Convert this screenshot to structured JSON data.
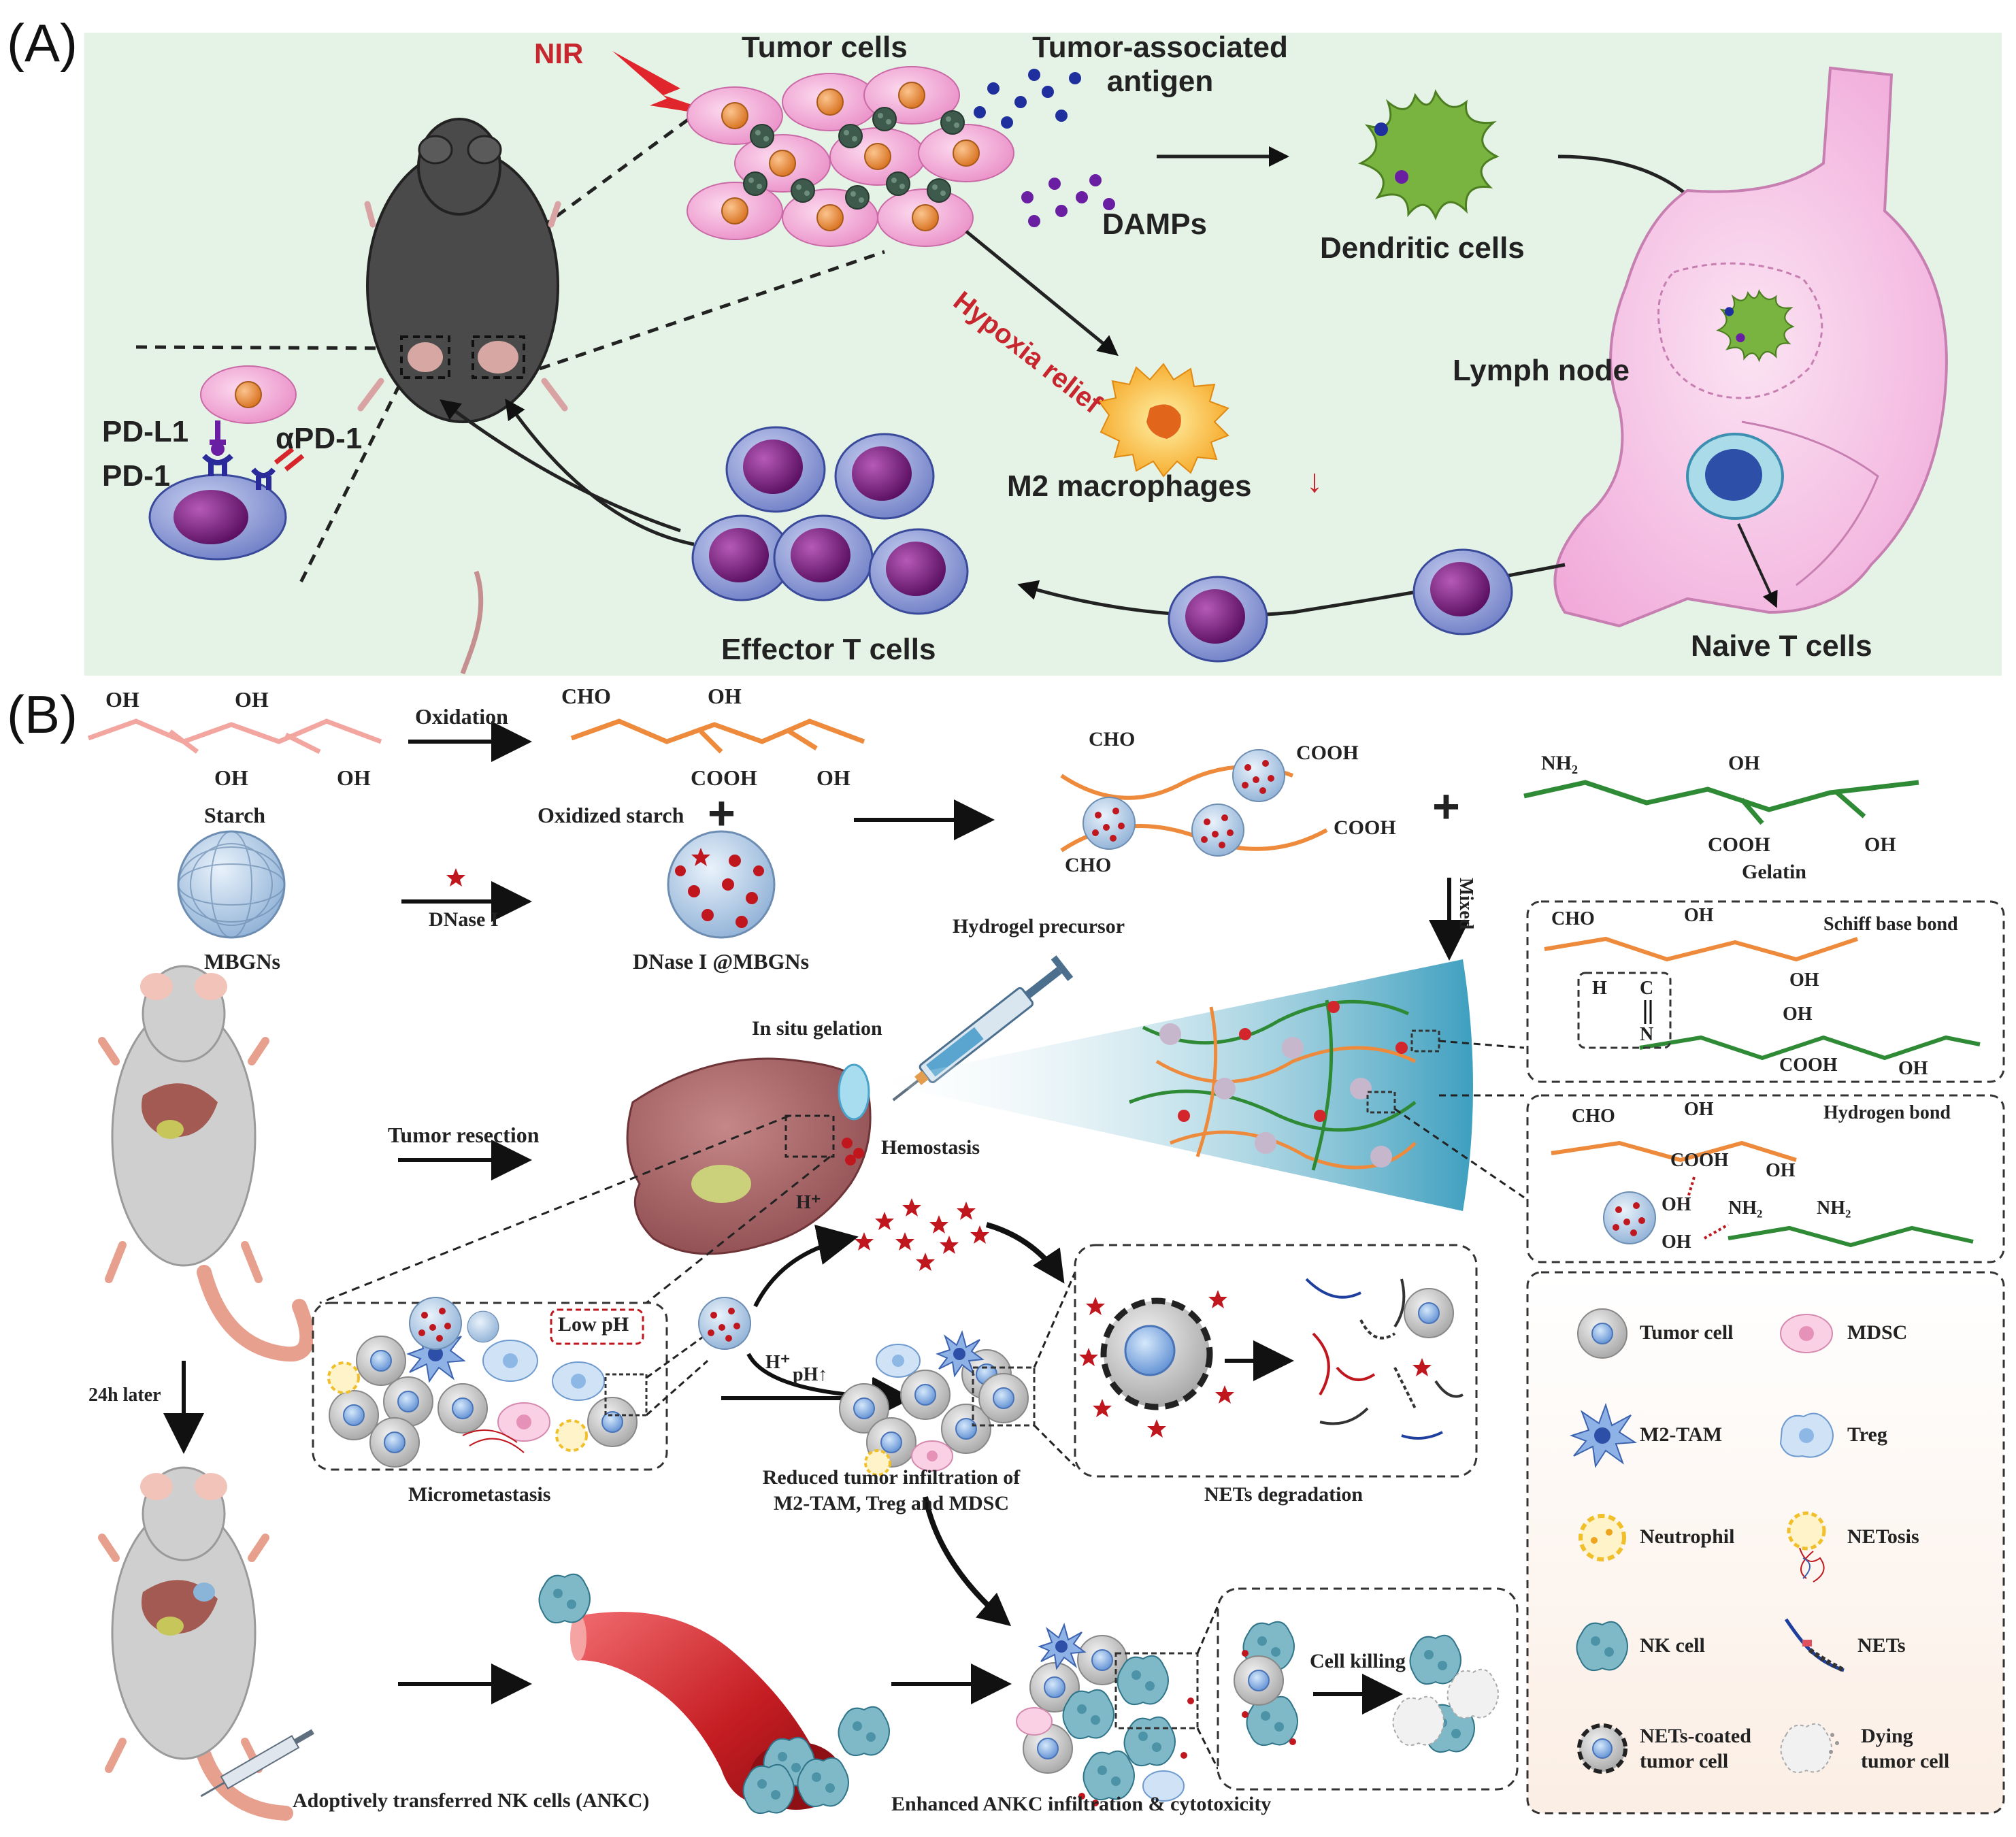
{
  "panelA": {
    "tag": "(A)",
    "nir": "NIR",
    "tumor_cells": "Tumor cells",
    "taa_line1": "Tumor-associated",
    "taa_line2": "antigen",
    "damps": "DAMPs",
    "dendritic": "Dendritic cells",
    "hypoxia": "Hypoxia relief",
    "m2": "M2 macrophages",
    "m2_arrow": "↓",
    "lymph": "Lymph node",
    "naive": "Naive T cells",
    "effector": "Effector T cells",
    "pdl1": "PD-L1",
    "pd1": "PD-1",
    "apd1": "αPD-1"
  },
  "panelB": {
    "tag": "(B)",
    "oh": "OH",
    "cho": "CHO",
    "cooh": "COOH",
    "nh2": "NH₂",
    "oxidation": "Oxidation",
    "starch": "Starch",
    "oxidized_starch": "Oxidized starch",
    "plus": "+",
    "gelatin": "Gelatin",
    "mixed": "Mixed",
    "mbgns": "MBGNs",
    "dnase": "DNase I",
    "dnase_mbgns": "DNase I @MBGNs",
    "precursor": "Hydrogel precursor",
    "insitu": "In situ gelation",
    "schiff": "Schiff base bond",
    "hbond": "Hydrogen bond",
    "h": "H",
    "c": "C",
    "n": "N",
    "resection": "Tumor resection",
    "hemostasis": "Hemostasis",
    "hplus": "H⁺",
    "phup": "pH↑",
    "lowph": "Low pH",
    "micro": "Micrometastasis",
    "reduced1": "Reduced tumor infiltration of",
    "reduced2": "M2-TAM, Treg and MDSC",
    "nets_deg": "NETs degradation",
    "later": "24h later",
    "ankc": "Adoptively transferred NK cells (ANKC)",
    "enhanced": "Enhanced ANKC infiltration & cytotoxicity",
    "killing": "Cell killing"
  },
  "legend": [
    {
      "key": "tumor",
      "label": "Tumor cell"
    },
    {
      "key": "mdsc",
      "label": "MDSC"
    },
    {
      "key": "m2tam",
      "label": "M2-TAM"
    },
    {
      "key": "treg",
      "label": "Treg"
    },
    {
      "key": "neutrophil",
      "label": "Neutrophil"
    },
    {
      "key": "netosis",
      "label": "NETosis"
    },
    {
      "key": "nk",
      "label": "NK cell"
    },
    {
      "key": "nets",
      "label": "NETs"
    },
    {
      "key": "coated",
      "label1": "NETs-coated",
      "label2": "tumor cell"
    },
    {
      "key": "dying",
      "label1": "Dying",
      "label2": "tumor cell"
    }
  ],
  "colors": {
    "panelA_bg": "#e5f3e6",
    "tumor_pink": "#f0a9d4",
    "nucleus_orange": "#e98a3a",
    "dc_green": "#79b441",
    "tcell_blue": "#8c9ad6",
    "tcell_nucleus": "#7a1f7e",
    "starch_pink": "#f3a5a0",
    "oxidized_orange": "#ee8a3b",
    "gelatin_green": "#2f8a36",
    "vessel_red": "#c51d22",
    "dnase_red": "#c0161e"
  }
}
